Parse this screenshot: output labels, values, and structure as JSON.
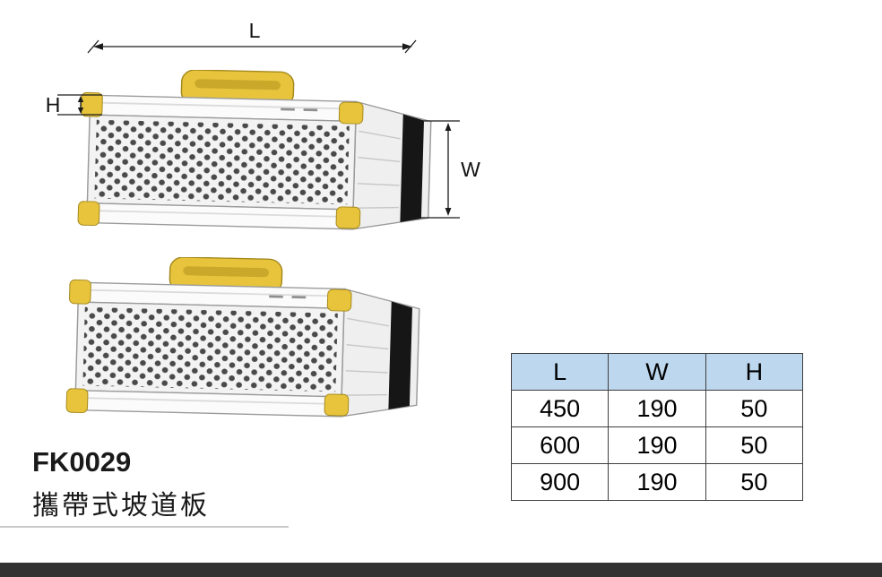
{
  "product": {
    "code": "FK0029",
    "name": "攜帶式坡道板"
  },
  "dimensions": {
    "length_label": "L",
    "height_label": "H",
    "width_label": "W"
  },
  "spec_table": {
    "headers": [
      "L",
      "W",
      "H"
    ],
    "rows": [
      [
        "450",
        "190",
        "50"
      ],
      [
        "600",
        "190",
        "50"
      ],
      [
        "900",
        "190",
        "50"
      ]
    ]
  },
  "colors": {
    "table_header_bg": "#BDD7EE",
    "ramp_accent_yellow": "#E7C43C",
    "grip_strip_black": "#161616",
    "footer_bar": "#323232"
  }
}
